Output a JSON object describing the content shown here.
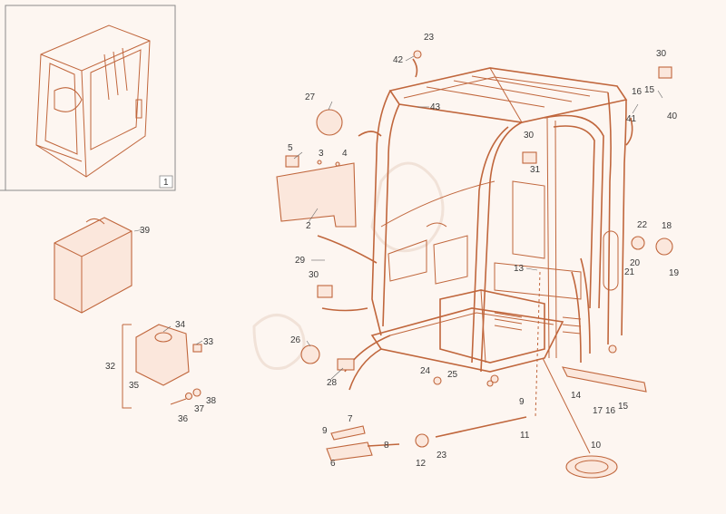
{
  "inset_number": "1",
  "callouts": [
    {
      "id": "c2",
      "text": "2"
    },
    {
      "id": "c3",
      "text": "3"
    },
    {
      "id": "c4",
      "text": "4"
    },
    {
      "id": "c5",
      "text": "5"
    },
    {
      "id": "c6",
      "text": "6"
    },
    {
      "id": "c7",
      "text": "7"
    },
    {
      "id": "c8",
      "text": "8"
    },
    {
      "id": "c9a",
      "text": "9"
    },
    {
      "id": "c9b",
      "text": "9"
    },
    {
      "id": "c10",
      "text": "10"
    },
    {
      "id": "c11",
      "text": "11"
    },
    {
      "id": "c12",
      "text": "12"
    },
    {
      "id": "c13",
      "text": "13"
    },
    {
      "id": "c14",
      "text": "14"
    },
    {
      "id": "c15a",
      "text": "15"
    },
    {
      "id": "c15b",
      "text": "15"
    },
    {
      "id": "c16a",
      "text": "16"
    },
    {
      "id": "c16b",
      "text": "16"
    },
    {
      "id": "c17",
      "text": "17"
    },
    {
      "id": "c18",
      "text": "18"
    },
    {
      "id": "c19",
      "text": "19"
    },
    {
      "id": "c20",
      "text": "20"
    },
    {
      "id": "c21",
      "text": "21"
    },
    {
      "id": "c22",
      "text": "22"
    },
    {
      "id": "c23a",
      "text": "23"
    },
    {
      "id": "c23b",
      "text": "23"
    },
    {
      "id": "c24",
      "text": "24"
    },
    {
      "id": "c25",
      "text": "25"
    },
    {
      "id": "c26",
      "text": "26"
    },
    {
      "id": "c27",
      "text": "27"
    },
    {
      "id": "c28",
      "text": "28"
    },
    {
      "id": "c29",
      "text": "29"
    },
    {
      "id": "c30a",
      "text": "30"
    },
    {
      "id": "c30b",
      "text": "30"
    },
    {
      "id": "c30c",
      "text": "30"
    },
    {
      "id": "c31",
      "text": "31"
    },
    {
      "id": "c32",
      "text": "32"
    },
    {
      "id": "c33",
      "text": "33"
    },
    {
      "id": "c34",
      "text": "34"
    },
    {
      "id": "c35",
      "text": "35"
    },
    {
      "id": "c36",
      "text": "36"
    },
    {
      "id": "c37",
      "text": "37"
    },
    {
      "id": "c38",
      "text": "38"
    },
    {
      "id": "c39",
      "text": "39"
    },
    {
      "id": "c40",
      "text": "40"
    },
    {
      "id": "c41",
      "text": "41"
    },
    {
      "id": "c42",
      "text": "42"
    },
    {
      "id": "c43",
      "text": "43"
    }
  ]
}
